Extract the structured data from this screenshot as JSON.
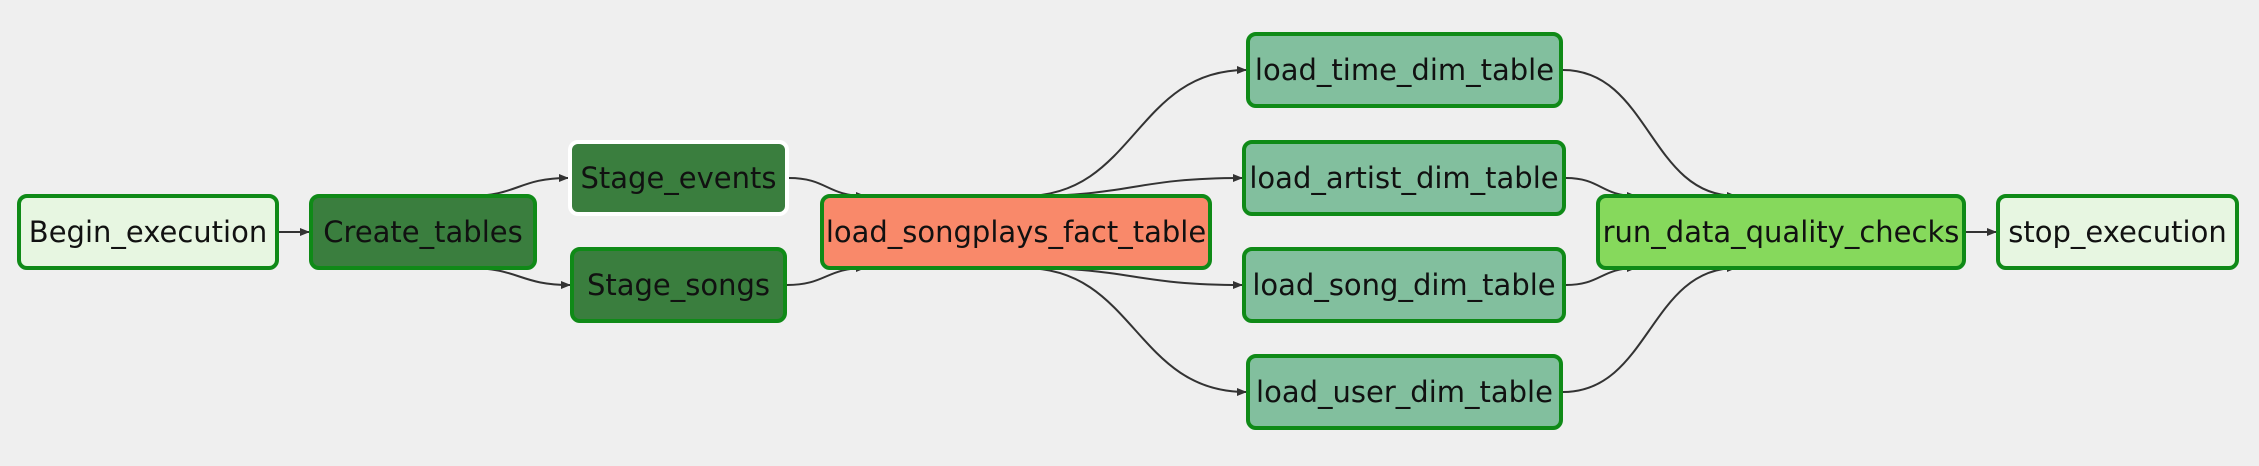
{
  "dag": {
    "nodes": [
      {
        "id": "begin",
        "label": "Begin_execution",
        "state_color": "#e7f6e1"
      },
      {
        "id": "create",
        "label": "Create_tables",
        "state_color": "#3a7e3e"
      },
      {
        "id": "stage_events",
        "label": "Stage_events",
        "state_color": "#3a7e3e"
      },
      {
        "id": "stage_songs",
        "label": "Stage_songs",
        "state_color": "#3a7e3e"
      },
      {
        "id": "fact",
        "label": "load_songplays_fact_table",
        "state_color": "#f9896a"
      },
      {
        "id": "time",
        "label": "load_time_dim_table",
        "state_color": "#82bf9e"
      },
      {
        "id": "artist",
        "label": "load_artist_dim_table",
        "state_color": "#82bf9e"
      },
      {
        "id": "song",
        "label": "load_song_dim_table",
        "state_color": "#82bf9e"
      },
      {
        "id": "user",
        "label": "load_user_dim_table",
        "state_color": "#82bf9e"
      },
      {
        "id": "quality",
        "label": "run_data_quality_checks",
        "state_color": "#86d95c"
      },
      {
        "id": "stop",
        "label": "stop_execution",
        "state_color": "#e7f6e1"
      }
    ],
    "edges": [
      [
        "begin",
        "create"
      ],
      [
        "create",
        "stage_events"
      ],
      [
        "create",
        "stage_songs"
      ],
      [
        "stage_events",
        "fact"
      ],
      [
        "stage_songs",
        "fact"
      ],
      [
        "fact",
        "time"
      ],
      [
        "fact",
        "artist"
      ],
      [
        "fact",
        "song"
      ],
      [
        "fact",
        "user"
      ],
      [
        "time",
        "quality"
      ],
      [
        "artist",
        "quality"
      ],
      [
        "song",
        "quality"
      ],
      [
        "user",
        "quality"
      ],
      [
        "quality",
        "stop"
      ]
    ],
    "colors": {
      "border": "#0f8a17",
      "edge": "#333333",
      "background": "#efefef"
    }
  }
}
